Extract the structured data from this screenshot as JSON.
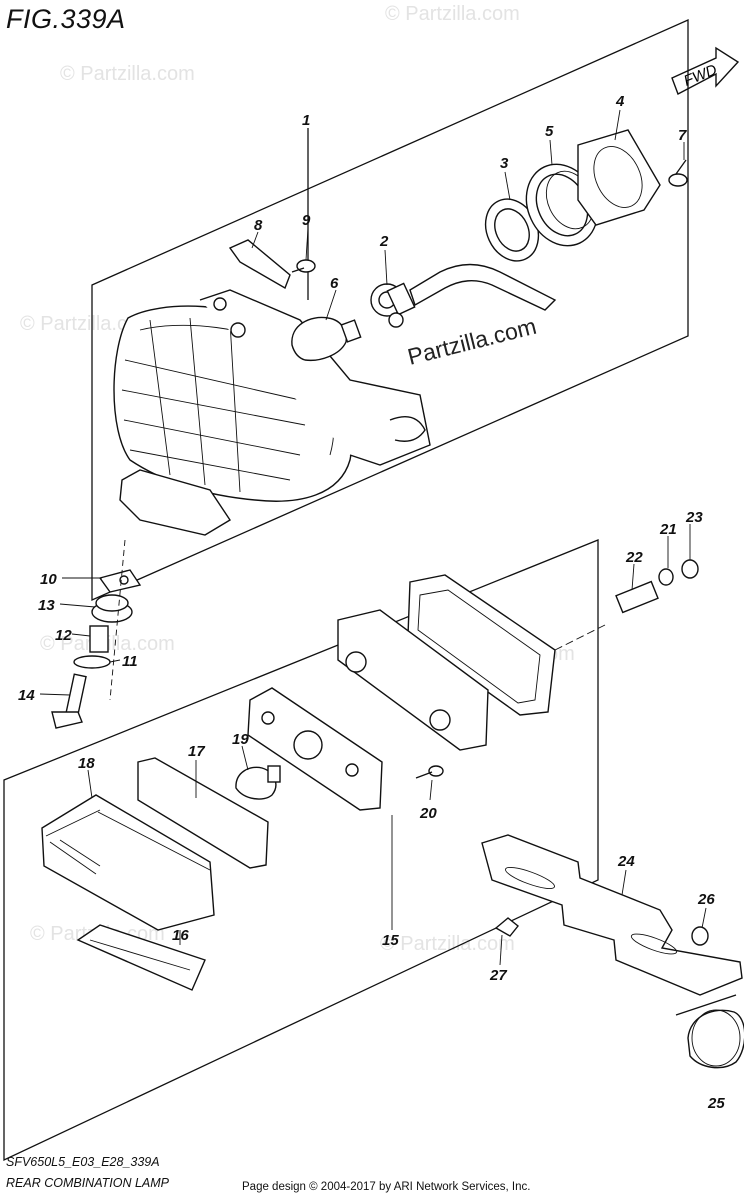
{
  "figure": {
    "title": "FIG.339A",
    "code": "SFV650L5_E03_E28_339A",
    "caption": "REAR COMBINATION LAMP"
  },
  "direction_label": "FWD",
  "watermark": {
    "brand": "Partzilla.com",
    "faint": "© Partzilla.com"
  },
  "footer": "Page design © 2004-2017 by ARI Network Services, Inc.",
  "callouts": [
    "1",
    "2",
    "3",
    "4",
    "5",
    "6",
    "7",
    "8",
    "9",
    "10",
    "11",
    "12",
    "13",
    "14",
    "15",
    "16",
    "17",
    "18",
    "19",
    "20",
    "21",
    "22",
    "23",
    "24",
    "25",
    "26",
    "27"
  ]
}
